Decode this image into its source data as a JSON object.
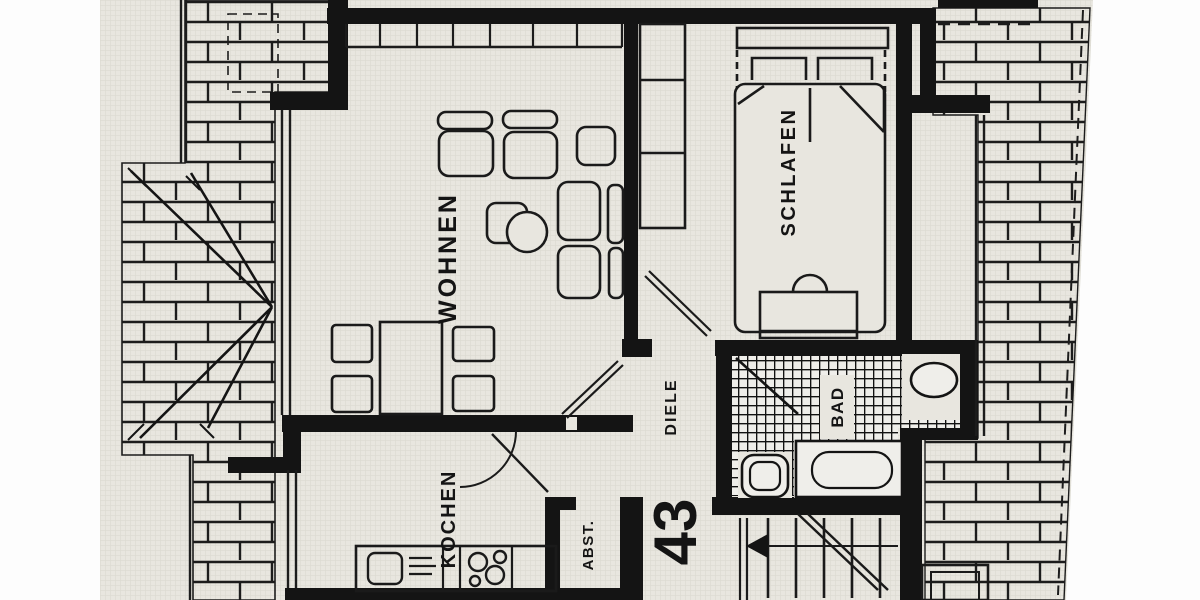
{
  "document": {
    "type": "scanned architectural floor plan",
    "unit_number": "43"
  },
  "rooms": {
    "living": "WOHNEN",
    "sleeping": "SCHLAFEN",
    "hall": "DIELE",
    "bath": "BAD",
    "kitchen": "KOCHEN",
    "storage": "ABST."
  },
  "colors": {
    "paper": "#e8e6df",
    "ink": "#161616",
    "margin": "#fdfdfd"
  }
}
